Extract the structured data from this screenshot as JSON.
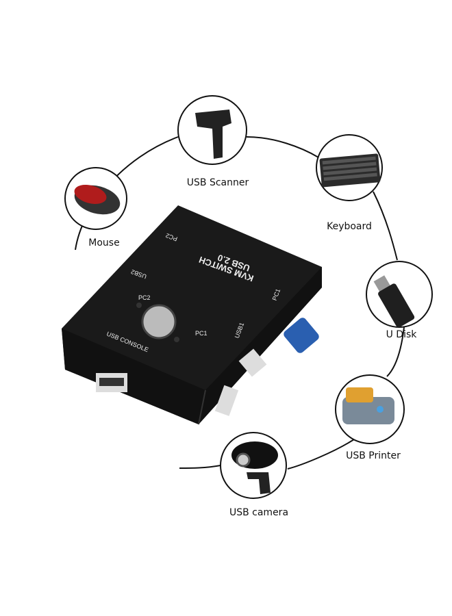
{
  "peripherals": [
    {
      "label": "Mouse",
      "icon": "mouse-icon"
    },
    {
      "label": "USB Scanner",
      "icon": "barcode-scanner-icon"
    },
    {
      "label": "Keyboard",
      "icon": "keyboard-icon"
    },
    {
      "label": "U Disk",
      "icon": "usb-flash-drive-icon"
    },
    {
      "label": "USB Printer",
      "icon": "printer-icon"
    },
    {
      "label": "USB camera",
      "icon": "webcam-icon"
    }
  ],
  "device": {
    "top_line1": "USB 2.0",
    "top_line2": "KVM SWITCH",
    "side_pc2": "PC2",
    "side_usb2": "USB2",
    "side_pc1": "PC1",
    "side_usb1": "USB1",
    "led_pc2": "PC2",
    "led_pc1": "PC1",
    "console": "USB CONSOLE"
  },
  "colors": {
    "device": "#1a1a1a",
    "mouse_accent": "#b01c1c",
    "vga_port": "#2a5fb0",
    "printer_roll": "#e0a030"
  }
}
